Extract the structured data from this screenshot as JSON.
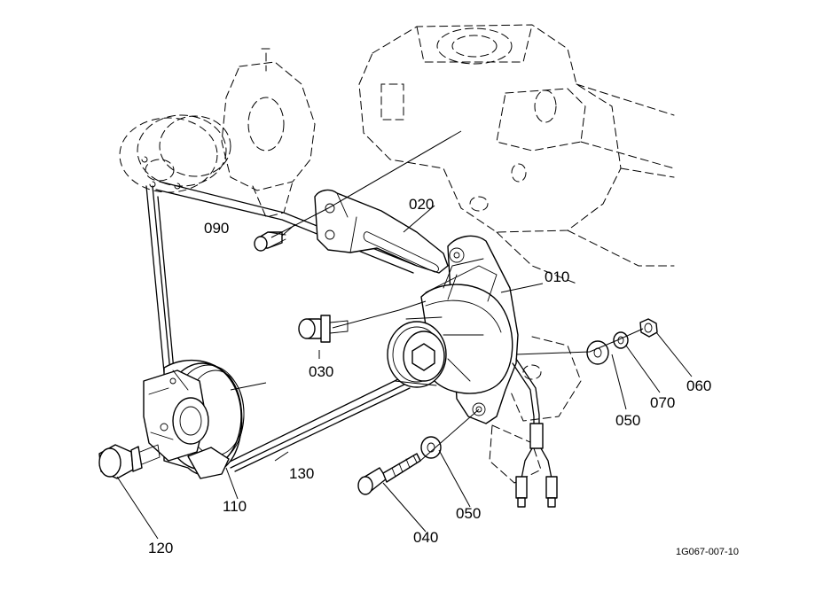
{
  "diagram": {
    "callouts": [
      {
        "id": "010",
        "label": "010"
      },
      {
        "id": "020",
        "label": "020"
      },
      {
        "id": "030",
        "label": "030"
      },
      {
        "id": "040",
        "label": "040"
      },
      {
        "id": "050a",
        "label": "050"
      },
      {
        "id": "050b",
        "label": "050"
      },
      {
        "id": "060",
        "label": "060"
      },
      {
        "id": "070",
        "label": "070"
      },
      {
        "id": "090",
        "label": "090"
      },
      {
        "id": "110",
        "label": "110"
      },
      {
        "id": "120",
        "label": "120"
      },
      {
        "id": "130",
        "label": "130"
      }
    ],
    "drawing_code": "1G067-007-10"
  }
}
